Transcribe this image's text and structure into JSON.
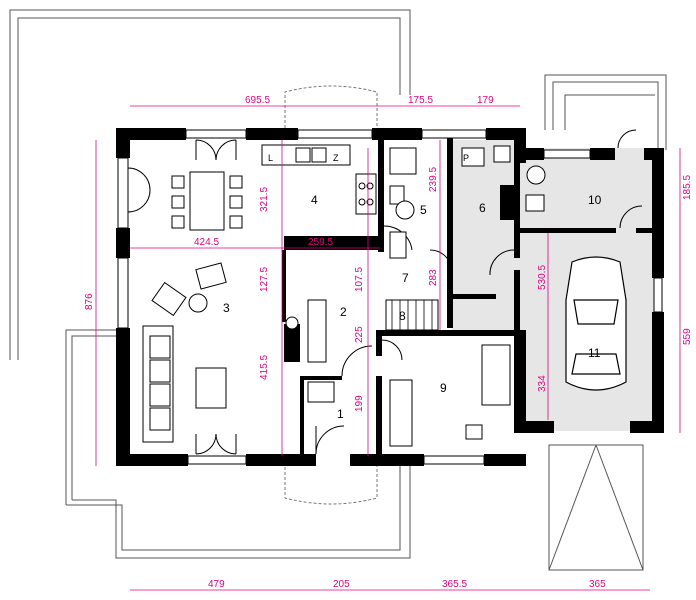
{
  "rooms": [
    "1",
    "2",
    "3",
    "4",
    "5",
    "6",
    "7",
    "8",
    "9",
    "10",
    "11"
  ],
  "fixture_labels": {
    "l": "L",
    "z": "Z",
    "p": "P"
  },
  "dimensions": {
    "top_1": "695.5",
    "top_2": "175.5",
    "top_3": "179",
    "bottom_1": "479",
    "bottom_2": "205",
    "bottom_3": "365.5",
    "bottom_4": "365",
    "left": "876",
    "right_1": "185.5",
    "right_2": "559",
    "inner_4245": "424.5",
    "inner_2595": "259.5",
    "inner_3215": "321.5",
    "inner_1275": "127.5",
    "inner_4155": "415.5",
    "inner_1075": "107.5",
    "inner_225": "225",
    "inner_199": "199",
    "inner_2395": "239.5",
    "inner_283": "283",
    "inner_5305": "530.5",
    "inner_334": "334"
  },
  "colors": {
    "dimension": "#e6007e",
    "wall": "#000000",
    "service_floor": "#e6e6e6"
  }
}
